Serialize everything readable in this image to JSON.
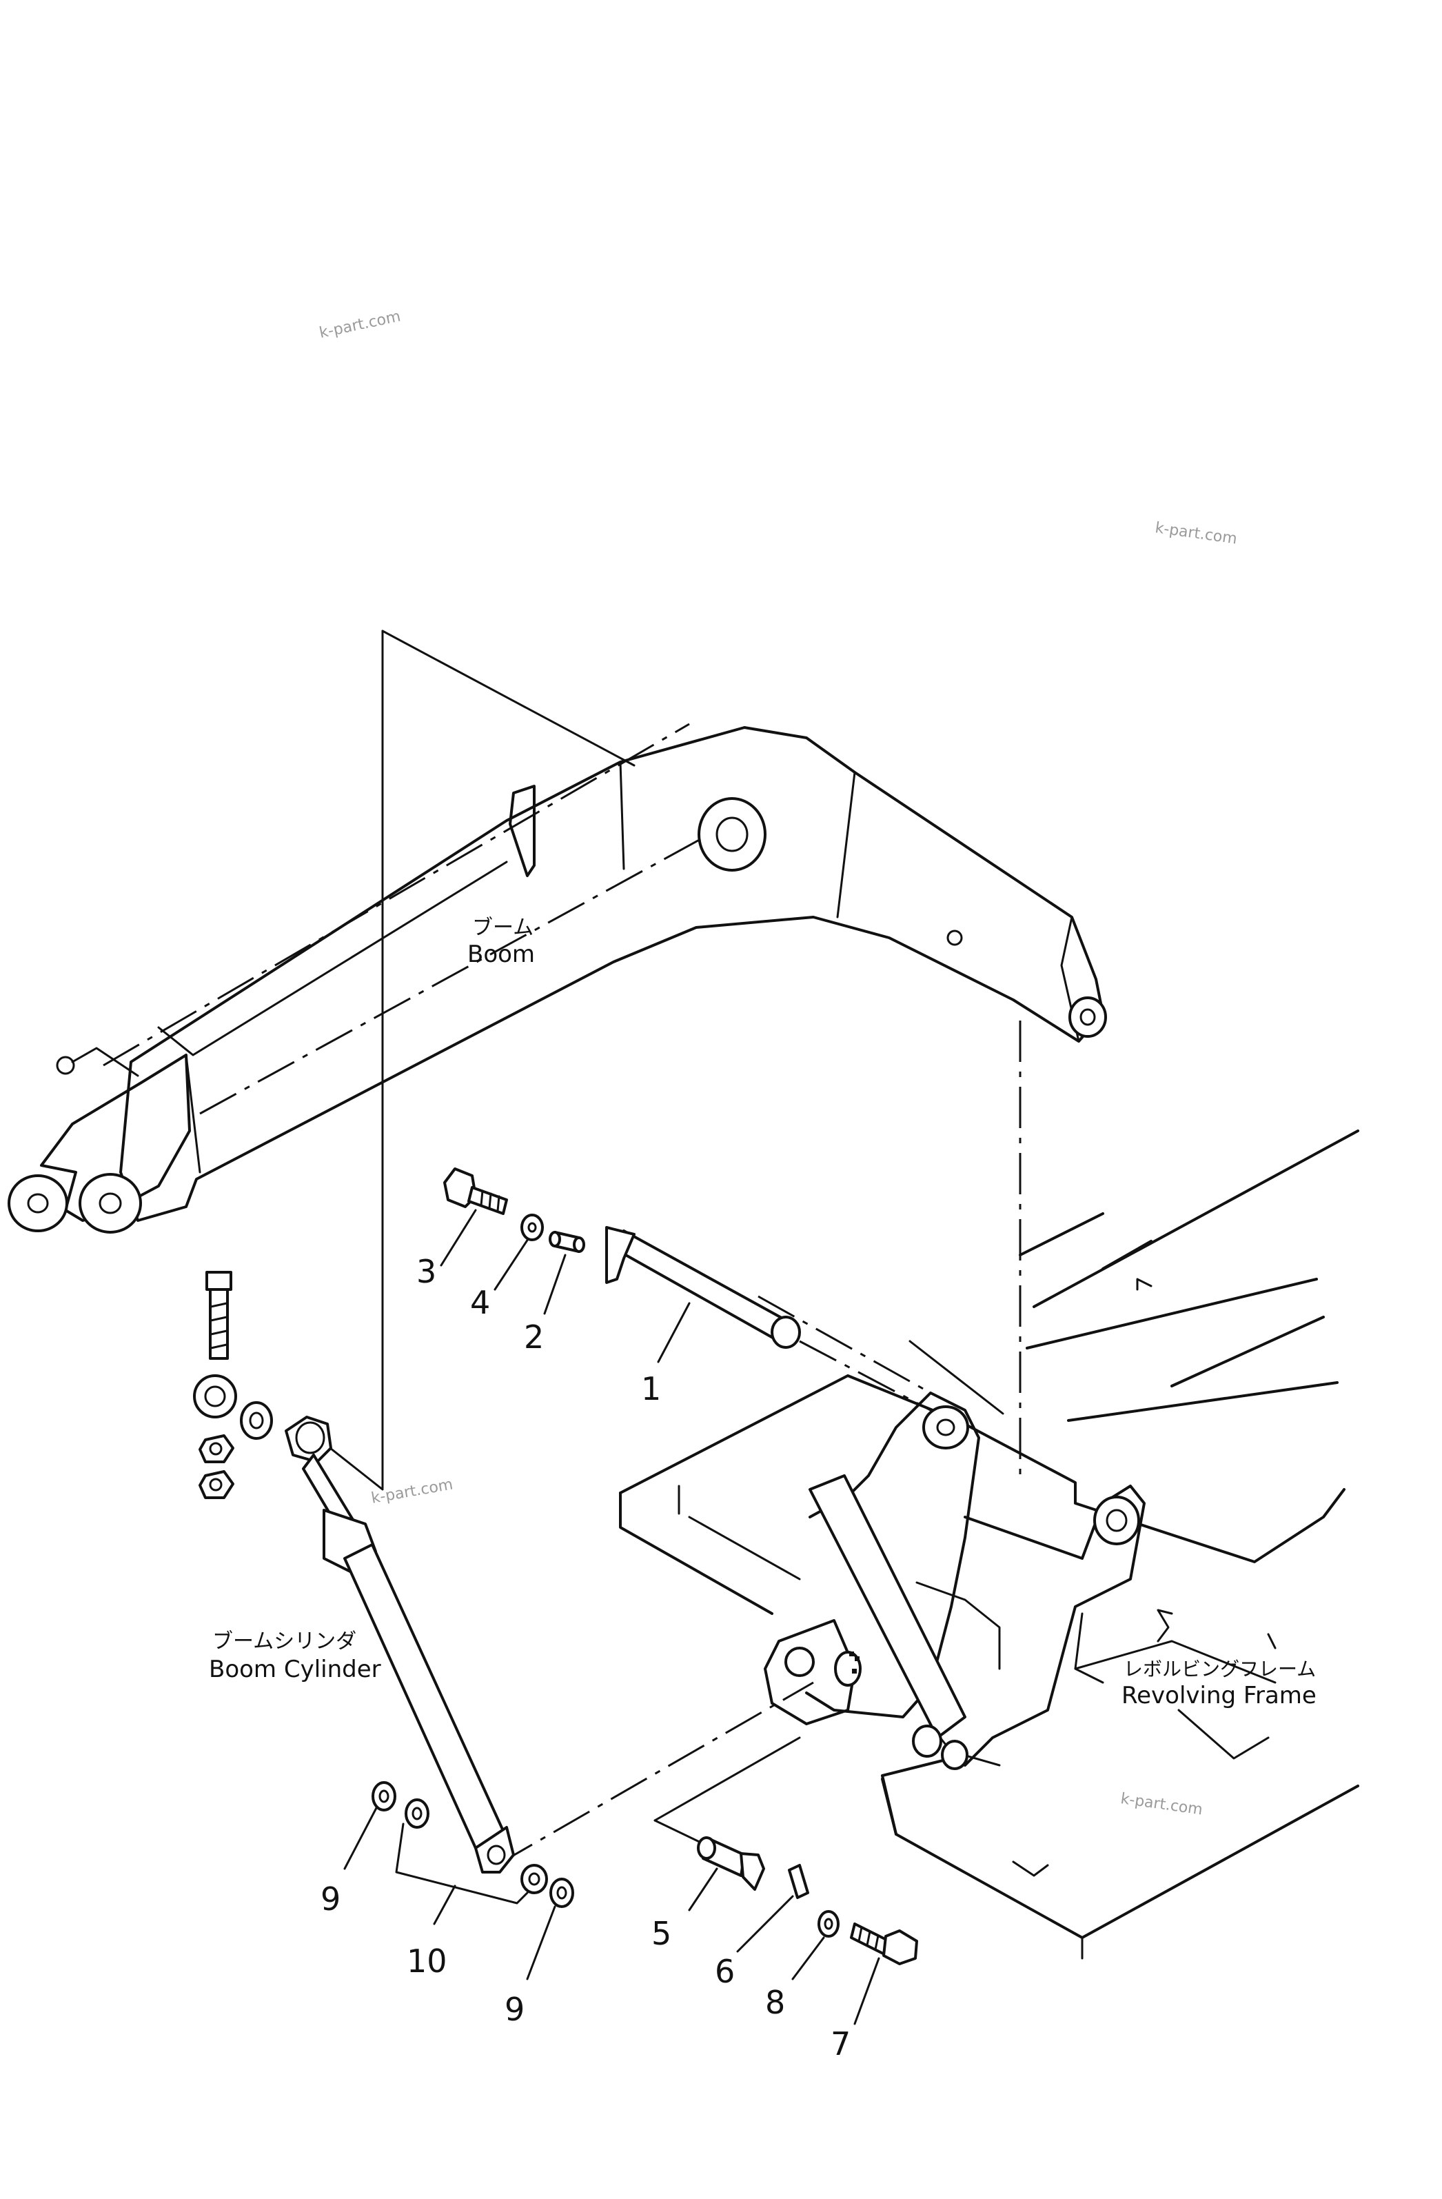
{
  "watermark": "k-part.com",
  "labels": {
    "boom_jp": "ブーム",
    "boom_en": "Boom",
    "cylinder_jp": "ブームシリンダ",
    "cylinder_en": "Boom  Cylinder",
    "frame_jp": "レボルビングフレーム",
    "frame_en": "Revolving  Frame"
  },
  "callouts": [
    "1",
    "2",
    "3",
    "4",
    "5",
    "6",
    "7",
    "8",
    "9",
    "9",
    "10"
  ]
}
